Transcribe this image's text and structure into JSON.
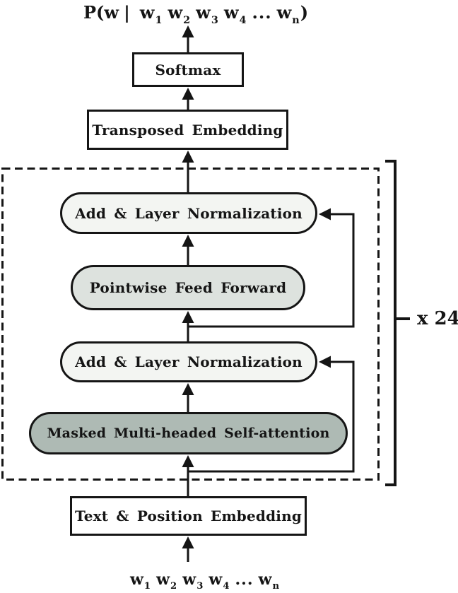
{
  "colors": {
    "background": "#ffffff",
    "line": "#151515",
    "box_fill": "#ffffff",
    "pill_light": "#f3f5f2",
    "pill_medium": "#dde2de",
    "pill_dark": "#aebab4"
  },
  "output_label": {
    "prefix": "P(w",
    "bar": "|",
    "terms": [
      {
        "base": "w",
        "sub": "1"
      },
      {
        "base": "w",
        "sub": "2"
      },
      {
        "base": "w",
        "sub": "3"
      },
      {
        "base": "w",
        "sub": "4"
      }
    ],
    "ellipsis": "...",
    "final_term": {
      "base": "w",
      "sub": "n"
    },
    "suffix": ")"
  },
  "nodes": {
    "softmax": {
      "label": "Softmax",
      "shape": "rectangle",
      "fill": "#ffffff"
    },
    "transposed_embedding": {
      "label": "Transposed Embedding",
      "shape": "rectangle",
      "fill": "#ffffff"
    },
    "add_layer_norm_top": {
      "label": "Add & Layer Normalization",
      "shape": "pill",
      "fill": "#f3f5f2"
    },
    "pointwise_feed_forward": {
      "label": "Pointwise Feed Forward",
      "shape": "pill",
      "fill": "#dde2de"
    },
    "add_layer_norm_bottom": {
      "label": "Add & Layer Normalization",
      "shape": "pill",
      "fill": "#f3f5f2"
    },
    "masked_attention": {
      "label": "Masked Multi-headed Self-attention",
      "shape": "pill",
      "fill": "#aebab4"
    },
    "text_position_embedding": {
      "label": "Text & Position Embedding",
      "shape": "rectangle",
      "fill": "#ffffff"
    }
  },
  "repeat_badge": {
    "label": "x 24"
  },
  "input_label": {
    "terms": [
      {
        "base": "w",
        "sub": "1"
      },
      {
        "base": "w",
        "sub": "2"
      },
      {
        "base": "w",
        "sub": "3"
      },
      {
        "base": "w",
        "sub": "4"
      }
    ],
    "ellipsis": "...",
    "final_term": {
      "base": "w",
      "sub": "n"
    }
  }
}
